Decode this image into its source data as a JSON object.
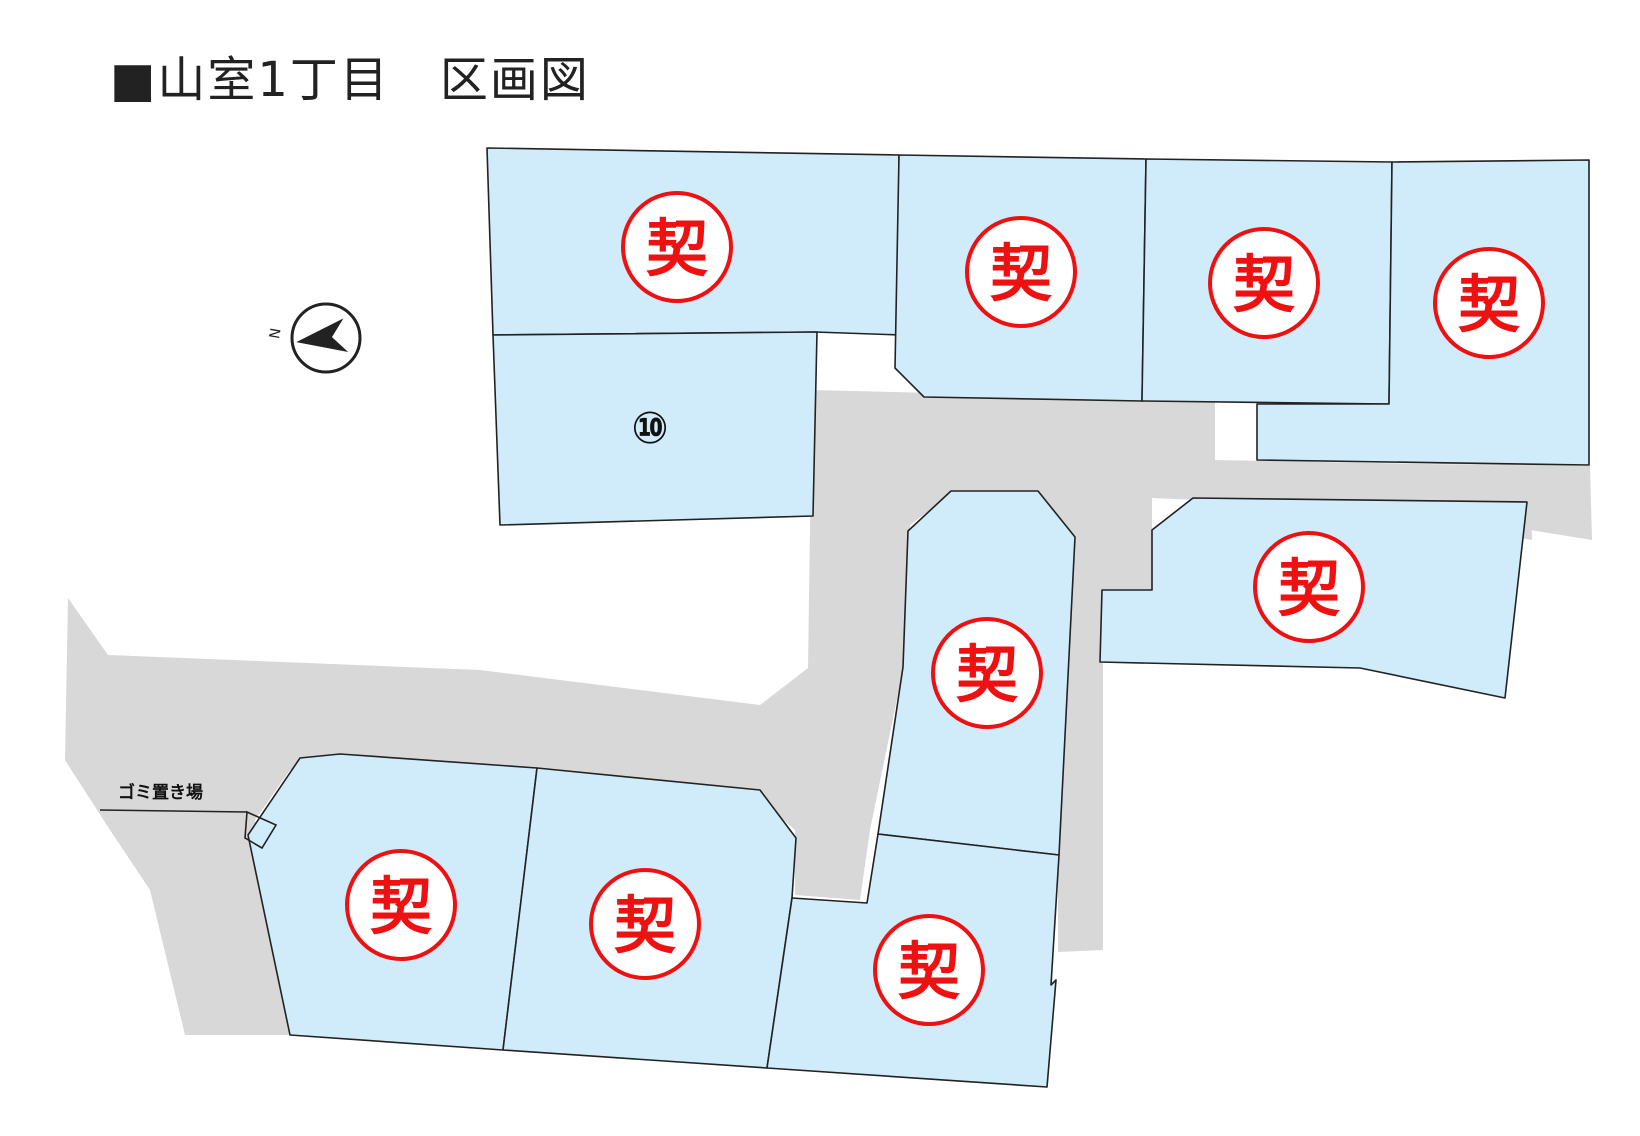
{
  "page": {
    "title": "■山室1丁目　区画図"
  },
  "colors": {
    "lot_fill": "#d0ecfa",
    "road_fill": "#d8d8d8",
    "contracted_mark": "#ee1111",
    "outline": "#222222"
  },
  "compass": {
    "icon": "north-arrow-icon",
    "north_label": "N"
  },
  "garbage_area": {
    "label": "ゴミ置き場"
  },
  "lots": [
    {
      "mark": "契",
      "status": "contracted"
    },
    {
      "mark": "契",
      "status": "contracted"
    },
    {
      "mark": "契",
      "status": "contracted"
    },
    {
      "mark": "契",
      "status": "contracted"
    },
    {
      "mark": "⑩",
      "status": "available"
    },
    {
      "mark": "契",
      "status": "contracted"
    },
    {
      "mark": "契",
      "status": "contracted"
    },
    {
      "mark": "契",
      "status": "contracted"
    },
    {
      "mark": "契",
      "status": "contracted"
    },
    {
      "mark": "契",
      "status": "contracted"
    }
  ]
}
